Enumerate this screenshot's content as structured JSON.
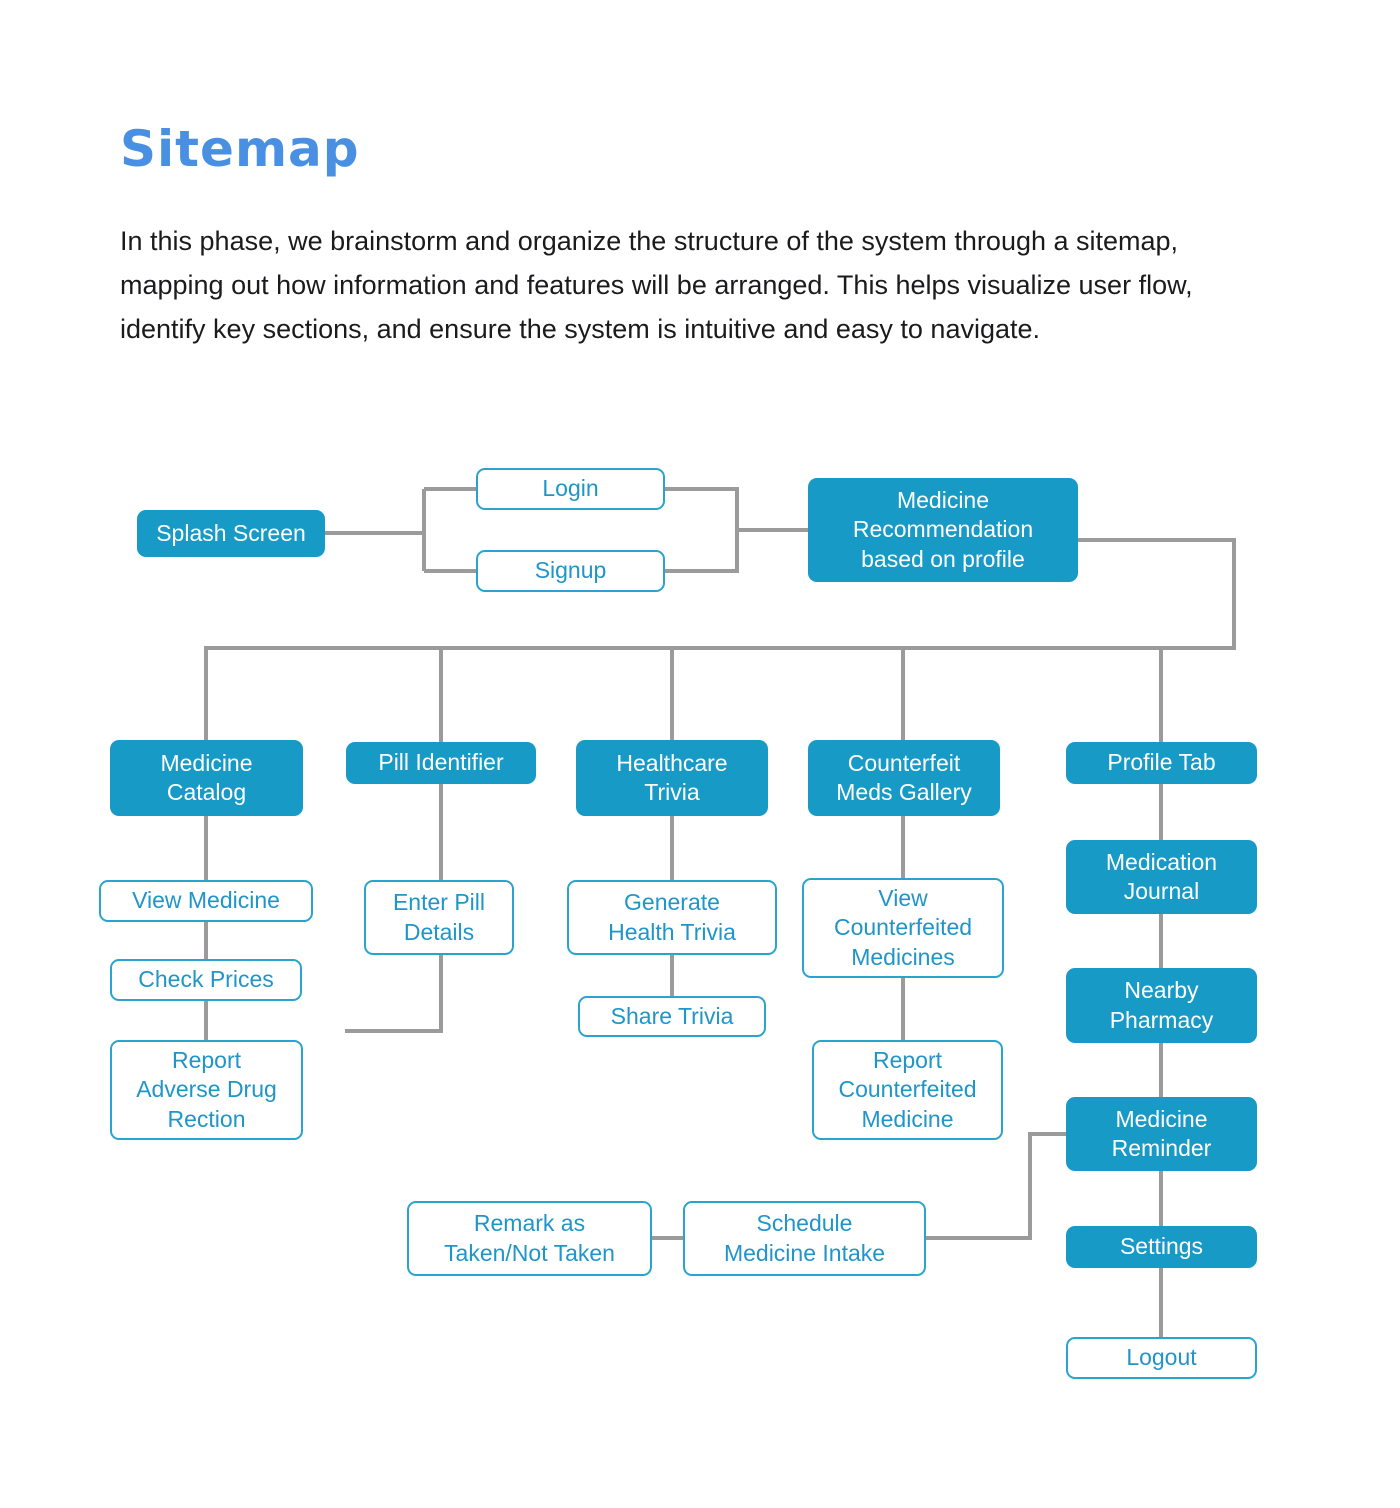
{
  "page": {
    "title": "Sitemap",
    "description": "In this phase, we brainstorm and organize the structure of the system through a sitemap, mapping out how information and features will be arranged. This helps visualize user flow, identify key sections, and ensure the system is intuitive and easy to navigate."
  },
  "colors": {
    "title_blue": "#4a90e2",
    "node_fill": "#189ac6",
    "node_outline_border": "#2aa4ce",
    "node_outline_text": "#2095c8",
    "connector_gray": "#9b9b9b"
  },
  "nodes": {
    "splash_screen": {
      "label": "Splash Screen"
    },
    "login": {
      "label": "Login"
    },
    "signup": {
      "label": "Signup"
    },
    "medicine_recommendation": {
      "label": "Medicine\nRecommendation\nbased on profile"
    },
    "medicine_catalog": {
      "label": "Medicine\nCatalog"
    },
    "pill_identifier": {
      "label": "Pill Identifier"
    },
    "healthcare_trivia": {
      "label": "Healthcare\nTrivia"
    },
    "counterfeit_meds_gallery": {
      "label": "Counterfeit\nMeds Gallery"
    },
    "profile_tab": {
      "label": "Profile Tab"
    },
    "view_medicine": {
      "label": "View Medicine"
    },
    "check_prices": {
      "label": "Check Prices"
    },
    "report_adverse_drug_rection": {
      "label": "Report\nAdverse Drug\nRection"
    },
    "enter_pill_details": {
      "label": "Enter Pill\nDetails"
    },
    "generate_health_trivia": {
      "label": "Generate\nHealth Trivia"
    },
    "share_trivia": {
      "label": "Share Trivia"
    },
    "view_counterfeited_medicines": {
      "label": "View\nCounterfeited\nMedicines"
    },
    "report_counterfeited_medicine": {
      "label": "Report\nCounterfeited\nMedicine"
    },
    "medication_journal": {
      "label": "Medication\nJournal"
    },
    "nearby_pharmacy": {
      "label": "Nearby\nPharmacy"
    },
    "medicine_reminder": {
      "label": "Medicine\nReminder"
    },
    "settings": {
      "label": "Settings"
    },
    "logout": {
      "label": "Logout"
    },
    "remark_taken": {
      "label": "Remark as\nTaken/Not Taken"
    },
    "schedule_medicine_intake": {
      "label": "Schedule\nMedicine Intake"
    }
  }
}
